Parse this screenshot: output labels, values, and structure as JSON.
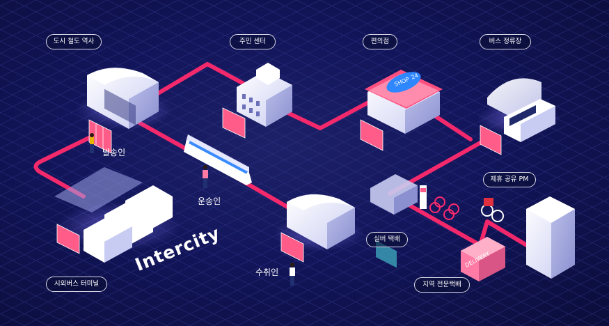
{
  "brand": "Intercity",
  "locations": {
    "city_station": "도시 철도 역사",
    "community_center": "주민 센터",
    "convenience_store": "편의점",
    "bus_stop": "버스 정류장",
    "bus_terminal": "시외버스 터미널",
    "shared_pm": "제휴 공유 PM",
    "silver_delivery": "실버 택배",
    "regional_courier": "지역 전문택배"
  },
  "roles": {
    "sender": "발송인",
    "carrier": "운송인",
    "recipient": "수취인"
  },
  "illustration_text": {
    "shop_sign": "SHOP",
    "shop_number": "24",
    "delivery_truck": "DELIVERY"
  },
  "colors": {
    "background": "#12155a",
    "route": "#ff2a6d",
    "locker": "#ff5c8a",
    "building": "#eef0ff"
  }
}
